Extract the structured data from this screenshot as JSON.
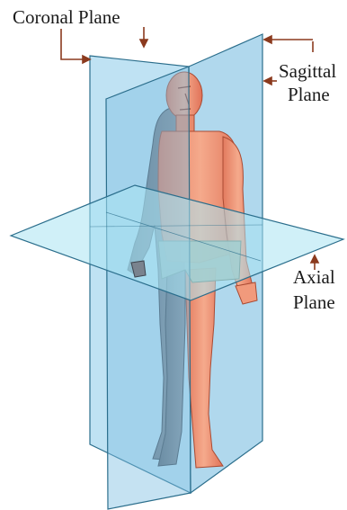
{
  "labels": {
    "coronal": "Coronal Plane",
    "sagittal_line1": "Sagittal",
    "sagittal_line2": "Plane",
    "axial_line1": "Axial",
    "axial_line2": "Plane"
  },
  "colors": {
    "plane_fill": "#a9d8ef",
    "plane_edge": "#2b6e8c",
    "skin": "#f19a7c",
    "skin_shadow": "#6f7884",
    "shorts": "#9cb5a8",
    "arrow": "#8b3a1e"
  }
}
